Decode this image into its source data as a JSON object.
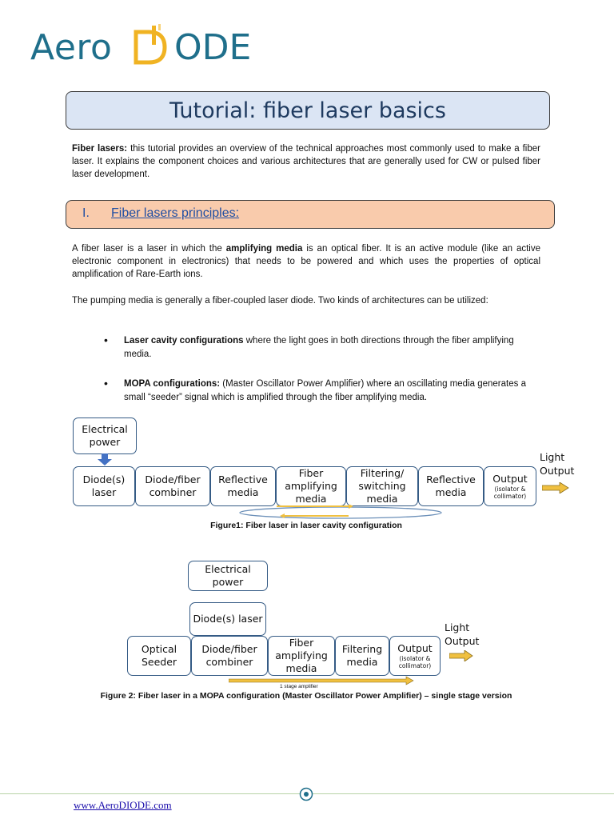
{
  "logo": {
    "part1": "Aero",
    "part2": "ODE"
  },
  "title": "Tutorial: fiber laser basics",
  "intro": {
    "lead": "Fiber lasers:",
    "text": " this tutorial provides an overview of the technical approaches most commonly used to make a fiber laser. It explains the component choices and various architectures that are generally used for CW or pulsed fiber laser development."
  },
  "section": {
    "number": "I.",
    "title": "Fiber lasers principles:"
  },
  "para1": {
    "a": "A fiber laser is a laser in which the ",
    "b": "amplifying media",
    "c": " is an optical fiber. It is an active module (like an active electronic component in electronics) that needs to be powered and which uses the properties of optical amplification of Rare-Earth ions."
  },
  "para2": "The pumping media is generally a fiber-coupled laser diode.  Two kinds of architectures can be utilized:",
  "bullets": [
    {
      "symbol": "•",
      "lead": "Laser cavity configurations",
      "text": " where the light goes in both directions through the fiber amplifying media."
    },
    {
      "symbol": "•",
      "lead": "MOPA configurations:",
      "text": " (Master Oscillator Power Amplifier) where an oscillating media generates a small “seeder” signal which is amplified through the fiber amplifying media."
    }
  ],
  "figure1": {
    "electrical": "Electrical power",
    "boxes": [
      "Diode(s) laser",
      "Diode/fiber combiner",
      "Reflective media",
      "Fiber amplifying media",
      "Filtering/ switching media",
      "Reflective media"
    ],
    "output": "Output",
    "output_sub": "(isolator & collimator)",
    "light": "Light Output",
    "caption": "Figure1: Fiber laser in laser cavity configuration"
  },
  "figure2": {
    "electrical": "Electrical power",
    "diode": "Diode(s) laser",
    "boxes": [
      "Optical Seeder",
      "Diode/fiber combiner",
      "Fiber amplifying media",
      "Filtering media"
    ],
    "output": "Output",
    "output_sub": "(isolator & collimator)",
    "light": "Light Output",
    "stage": "1 stage amplifier",
    "caption": "Figure 2: Fiber laser in a MOPA configuration (Master Oscillator Power Amplifier) – single stage version"
  },
  "footer": {
    "link": "www.AeroDIODE.com"
  },
  "colors": {
    "title_bg": "#dbe5f4",
    "section_bg": "#f9cbac",
    "logo": "#1f6f8b",
    "logo_accent": "#f0b323",
    "box_border": "#355b85",
    "arrow_fill": "#f0c040",
    "down_arrow": "#4472c4"
  }
}
